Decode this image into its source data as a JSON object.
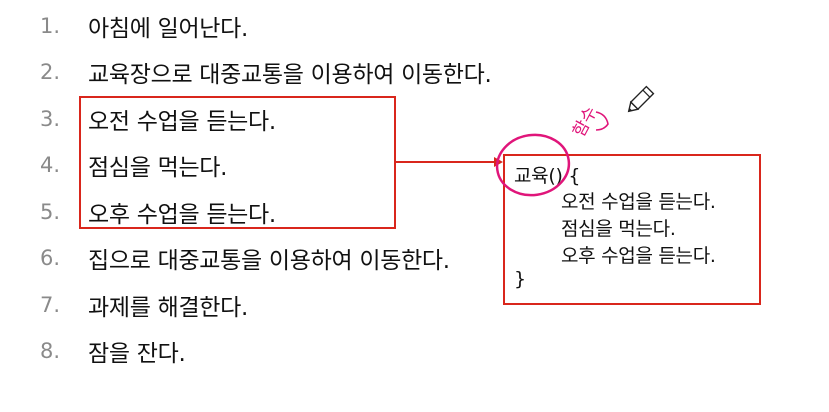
{
  "list": [
    {
      "num": "1.",
      "text": "아침에 일어난다."
    },
    {
      "num": "2.",
      "text": "교육장으로 대중교통을 이용하여 이동한다."
    },
    {
      "num": "3.",
      "text": "오전 수업을 듣는다."
    },
    {
      "num": "4.",
      "text": "점심을 먹는다."
    },
    {
      "num": "5.",
      "text": "오후 수업을 듣는다."
    },
    {
      "num": "6.",
      "text": "집으로 대중교통을 이용하여 이동한다."
    },
    {
      "num": "7.",
      "text": "과제를 해결한다."
    },
    {
      "num": "8.",
      "text": "잠을 잔다."
    }
  ],
  "code": {
    "header": "교육() {",
    "body": [
      "오전 수업을 듣는다.",
      "점심을 먹는다.",
      "오후 수업을 듣는다."
    ],
    "footer": "}"
  },
  "annotation": {
    "handwritten_note": "함수",
    "pencil_icon": "pencil-icon"
  },
  "colors": {
    "highlight_box": "#d9261c",
    "handwriting": "#e0157a",
    "number": "#8a8a8a"
  }
}
